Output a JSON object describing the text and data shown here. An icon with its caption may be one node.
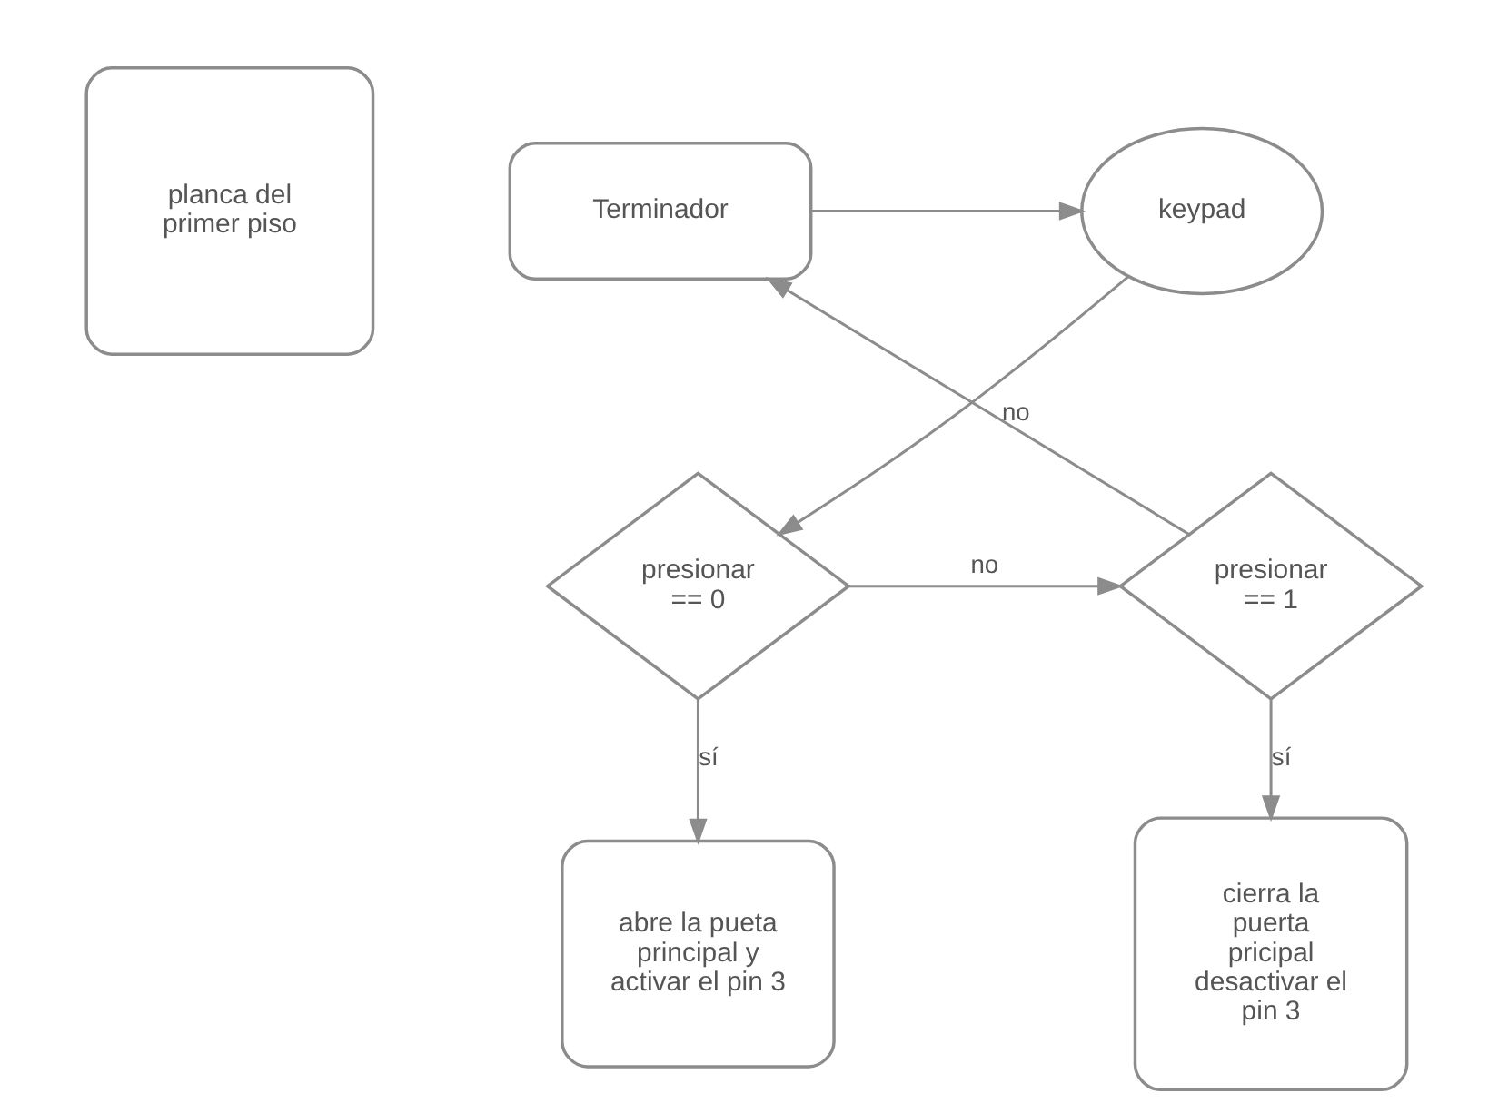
{
  "diagram": {
    "nodes": [
      {
        "text": [
          "planca del primer piso"
        ]
      },
      {
        "text": [
          "keypad"
        ]
      },
      {
        "text": [
          "Terminador"
        ]
      },
      {
        "text": [
          "presionar == 0"
        ]
      },
      {
        "text": [
          "presionar == 1"
        ]
      },
      {
        "text": [
          "abre la pueta principal y activar el pin 3"
        ]
      },
      {
        "text": [
          "cierra la puerta pricipal desactivar el pin 3"
        ]
      }
    ],
    "edges": [
      {
        "from": 1,
        "to": 3,
        "arrow": "to"
      },
      {
        "from": 3,
        "to": 4,
        "arrow": "to",
        "label": "no"
      },
      {
        "from": 3,
        "to": 5,
        "arrow": "to",
        "label": "sí"
      },
      {
        "from": 4,
        "to": 6,
        "arrow": "to",
        "label": "sí"
      },
      {
        "from": 4,
        "to": 2,
        "arrow": "to",
        "label": "no"
      },
      {
        "from": 2,
        "to": 1,
        "arrow": "to"
      }
    ]
  }
}
